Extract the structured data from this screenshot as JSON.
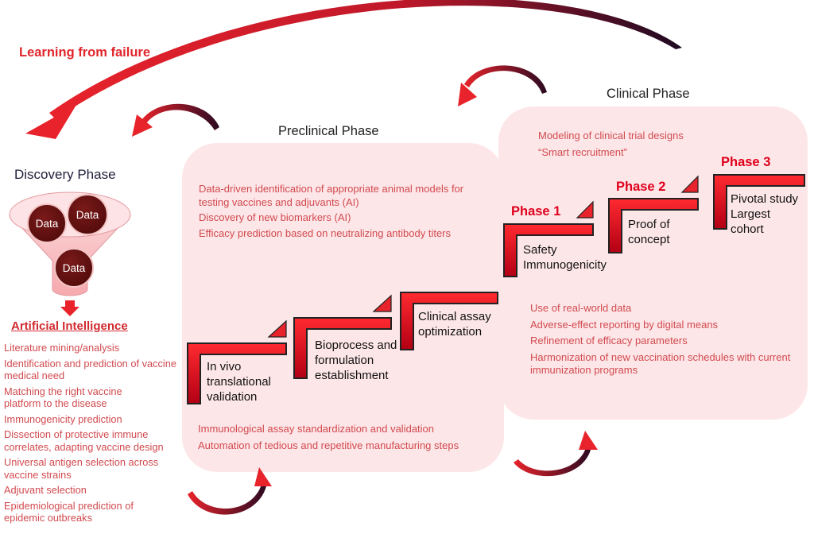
{
  "learning_from_failure": "Learning from failure",
  "discovery": {
    "title": "Discovery Phase",
    "data_labels": [
      "Data",
      "Data",
      "Data"
    ],
    "ai_title": "Artificial Intelligence",
    "ai_items": [
      "Literature mining/analysis",
      "Identification and prediction of vaccine medical need",
      "Matching the right vaccine platform to the disease",
      "Immunogenicity prediction",
      "Dissection of protective immune correlates, adapting vaccine design",
      "Universal antigen selection across vaccine strains",
      "Adjuvant selection",
      "Epidemiological prediction of epidemic outbreaks"
    ]
  },
  "preclinical": {
    "title": "Preclinical Phase",
    "top_items": [
      "Data-driven identification of appropriate animal models for testing vaccines and adjuvants (AI)",
      "Discovery of new biomarkers (AI)",
      "Efficacy prediction based on neutralizing antibody titers"
    ],
    "steps": [
      "In vivo translational validation",
      "Bioprocess and formulation establishment",
      "Clinical assay optimization"
    ],
    "bottom_items": [
      "Immunological assay standardization and validation",
      "Automation of tedious and repetitive manufacturing steps"
    ]
  },
  "clinical": {
    "title": "Clinical Phase",
    "top_items": [
      "Modeling of clinical trial designs",
      "“Smart recruitment”"
    ],
    "phases": [
      {
        "label": "Phase 1",
        "desc_lines": [
          "Safety",
          "Immunogenicity"
        ]
      },
      {
        "label": "Phase 2",
        "desc_lines": [
          "Proof of",
          "concept"
        ]
      },
      {
        "label": "Phase 3",
        "desc_lines": [
          "Pivotal study",
          "Largest",
          "cohort"
        ]
      }
    ],
    "bottom_items": [
      "Use of real-world data",
      "Adverse-effect reporting by digital means",
      "Refinement of efficacy parameters",
      "Harmonization of new vaccination schedules with current immunization programs"
    ]
  },
  "colors": {
    "accent_red": "#e0001b",
    "box_pink": "#fde6e8",
    "text_red": "#d14a4f",
    "dark_maroon": "#2a0a1a"
  }
}
